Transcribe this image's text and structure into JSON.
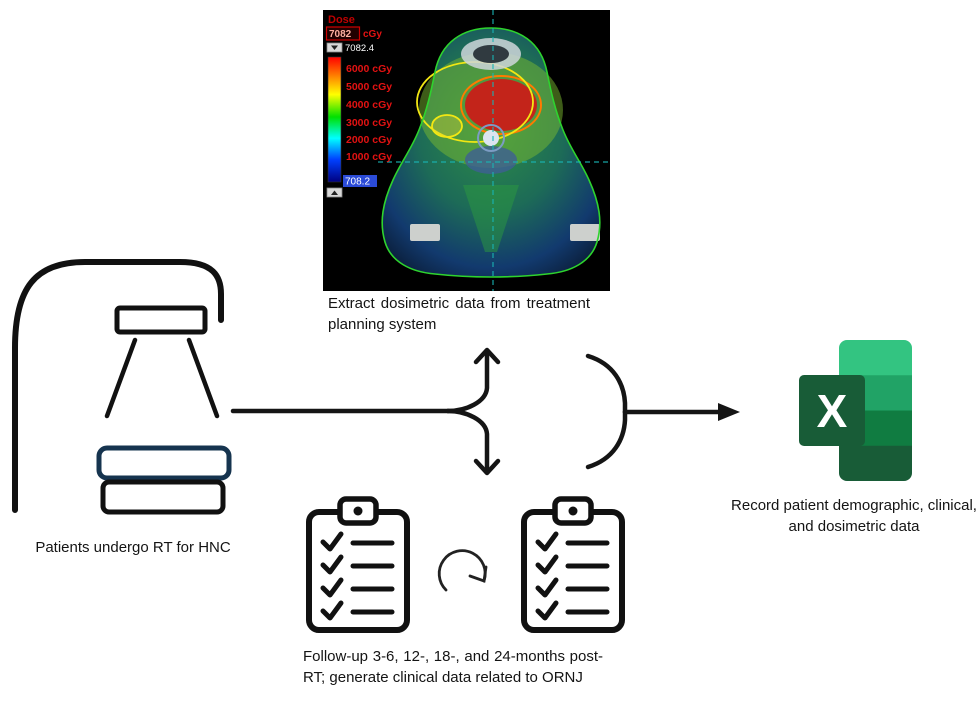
{
  "tps": {
    "legend": {
      "title": "Dose",
      "max_box": "7082",
      "max_unit": "cGy",
      "max_value": "7082.4",
      "ticks": [
        "6000 cGy",
        "5000 cGy",
        "4000 cGy",
        "3000 cGy",
        "2000 cGy",
        "1000 cGy"
      ],
      "min_value": "708.2"
    },
    "caption": "Extract dosimetric data from treatment planning system"
  },
  "linac": {
    "caption": "Patients undergo RT for HNC"
  },
  "followup": {
    "caption": "Follow-up 3-6, 12-, 18-, and 24-months post-RT; generate clinical data related to ORNJ"
  },
  "excel": {
    "letter": "X",
    "caption": "Record patient demographic, clinical, and dosimetric data"
  },
  "icons": {
    "linac": "linac-machine-outline",
    "clipboard": "checklist-clipboard",
    "cycle": "circular-repeat-arrow",
    "excel": "excel-logo",
    "dose_colorbar": "rainbow-dose-scale"
  },
  "colors": {
    "excel_band_1": "#33C481",
    "excel_band_2": "#21A366",
    "excel_band_3": "#107C41",
    "excel_band_4": "#185C37",
    "excel_square": "#185C37",
    "dose_text_red": "#e31212",
    "body_contour_green": "#2ed32e",
    "couch_outline_navy": "#16344f",
    "arrow_black": "#151515"
  }
}
